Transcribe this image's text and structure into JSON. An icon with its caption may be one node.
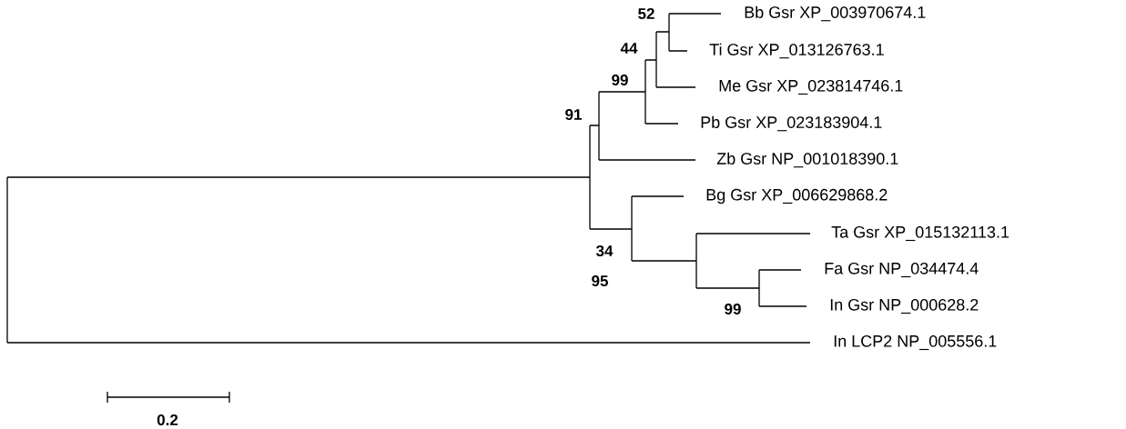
{
  "diagram": {
    "labels": [
      "52",
      "Bb Gsr XP_003970674.1",
      "44",
      "Ti Gsr XP_013126763.1",
      "99",
      "Me Gsr XP_023814746.1",
      "91",
      "Pb Gsr XP_023183904.1",
      "Zb Gsr NP_001018390.1",
      "Bg Gsr XP_006629868.2",
      "Ta Gsr XP_015132113.1",
      "34",
      "Fa Gsr NP_034474.4",
      "95",
      "In Gsr NP_000628.2",
      "99",
      "In LCP2 NP_005556.1",
      "0.2"
    ]
  }
}
